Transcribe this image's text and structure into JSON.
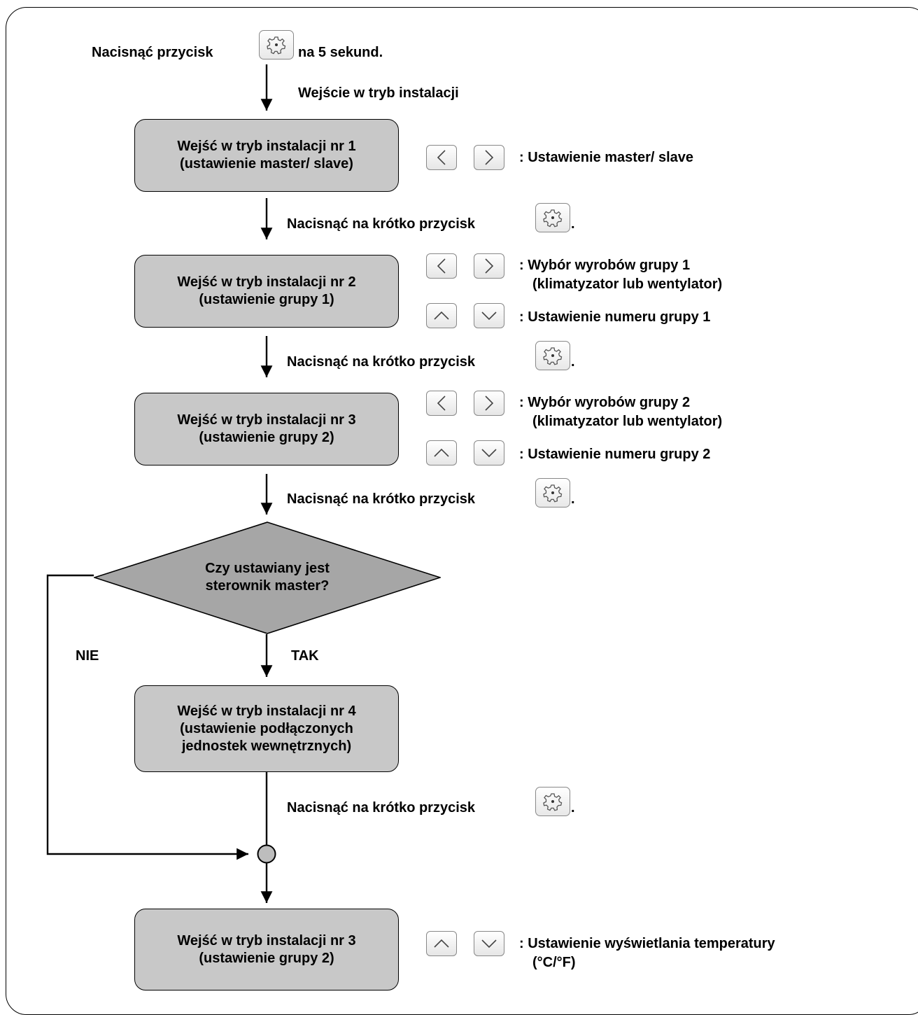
{
  "steps": {
    "start_prefix": "Nacisnąć przycisk",
    "start_suffix": "na 5 sekund.",
    "enter_label": "Wejście w tryb instalacji",
    "short_press_prefix": "Nacisnąć na krótko przycisk",
    "short_press_suffix": ".",
    "yes_label": "TAK",
    "no_label": "NIE"
  },
  "boxes": {
    "mode1": {
      "line1": "Wejść w tryb instalacji  nr 1",
      "line2": "(ustawienie master/ slave)"
    },
    "mode2": {
      "line1": "Wejść w tryb instalacji  nr 2",
      "line2": "(ustawienie grupy 1)"
    },
    "mode3": {
      "line1": "Wejść w tryb instalacji  nr 3",
      "line2": "(ustawienie grupy 2)"
    },
    "mode4": {
      "line1": "Wejść w tryb instalacji  nr 4",
      "line2": "(ustawienie podłączonych",
      "line3": "jednostek wewnętrznych)"
    },
    "mode5": {
      "line1": "Wejść w tryb instalacji  nr 3",
      "line2": "(ustawienie grupy 2)"
    }
  },
  "decision": {
    "line1": "Czy ustawiany jest",
    "line2": "sterownik master?"
  },
  "descriptions": {
    "mode1_lr": ": Ustawienie master/ slave",
    "mode2_lr": ": Wybór wyrobów grupy 1",
    "mode2_lr_cont": "(klimatyzator lub wentylator)",
    "mode2_ud": ": Ustawienie numeru grupy 1",
    "mode3_lr": ": Wybór wyrobów grupy 2",
    "mode3_lr_cont": "(klimatyzator lub wentylator)",
    "mode3_ud": ": Ustawienie numeru grupy 2",
    "mode5_ud": ": Ustawienie wyświetlania temperatury",
    "mode5_ud_cont": "(°C/°F)"
  },
  "icons": {
    "gear": "gear-icon",
    "left": "chevron-left-icon",
    "right": "chevron-right-icon",
    "up": "chevron-up-icon",
    "down": "chevron-down-icon"
  },
  "colors": {
    "box_fill": "#c8c8c8",
    "decision_fill": "#a6a6a6",
    "junction_fill": "#bdbdbd"
  }
}
